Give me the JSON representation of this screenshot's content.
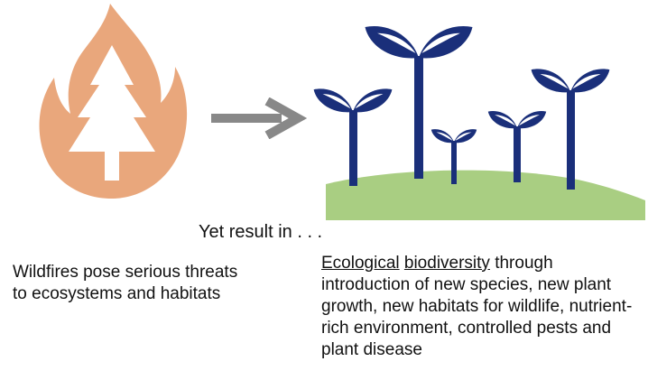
{
  "caption": "Yet result in . . .",
  "left_text": "Wildfires pose serious threats to ecosystems and habitats",
  "right_text": {
    "highlight_1": "Ecological",
    "highlight_2": "biodiversity",
    "rest": " through introduction of new species, new plant growth, new habitats for wildlife, nutrient-rich environment, controlled pests and plant disease"
  },
  "icons": {
    "fire": "fire-with-tree-icon",
    "arrow": "right-arrow-icon",
    "sprouts": "plant-sprouts-icon"
  },
  "colors": {
    "flame": "#E9A77C",
    "arrow": "#888888",
    "plant": "#1A2F7A",
    "grass": "#A9CE82"
  }
}
